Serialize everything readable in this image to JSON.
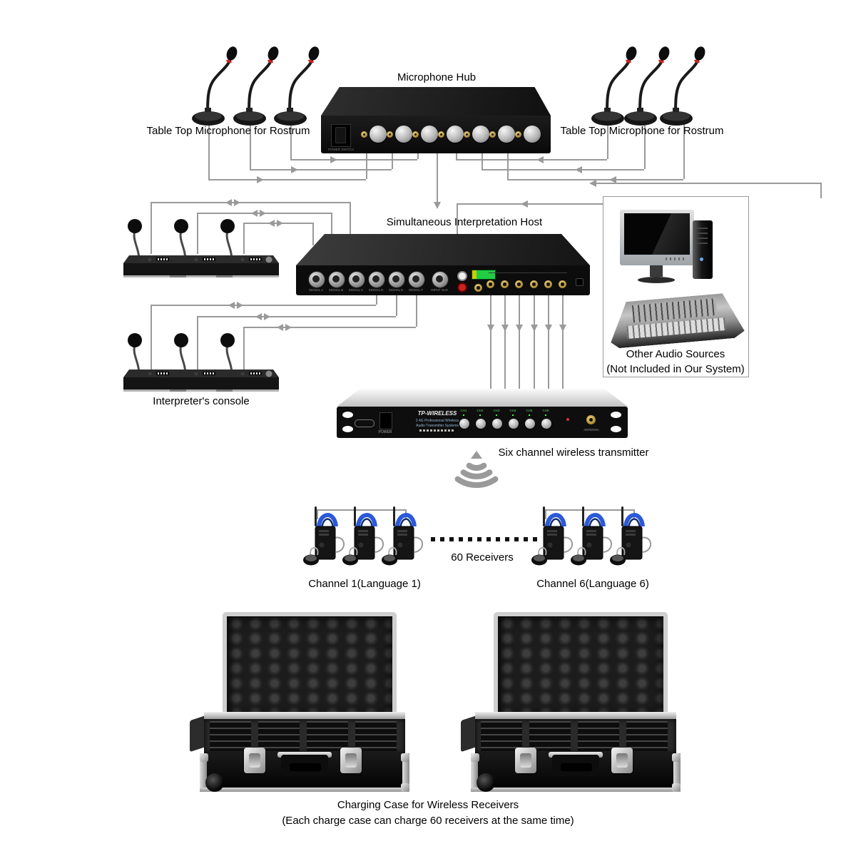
{
  "labels": {
    "mic_hub": "Microphone Hub",
    "rostrum_left": "Table Top Microphone for Rostrum",
    "rostrum_right": "Table Top Microphone for Rostrum",
    "host": "Simultaneous Interpretation Host",
    "interpreter_console": "Interpreter's console",
    "other_audio_1": "Other Audio Sources",
    "other_audio_2": "(Not Included in Our System)",
    "transmitter": "Six channel wireless transmitter",
    "receivers_count": "60 Receivers",
    "channel_1": "Channel 1(Language 1)",
    "channel_6": "Channel 6(Language 6)",
    "charging_case_1": "Charging Case for Wireless Receivers",
    "charging_case_2": "(Each charge case can charge 60 receivers at the same time)"
  },
  "devices": {
    "mic_hub": {
      "power_switch": "POWER SWITCH"
    },
    "host": {
      "connectors": [
        "SIGNAL A",
        "SIGNAL B",
        "SIGNAL C",
        "SIGNAL D",
        "SIGNAL E",
        "SIGNAL F"
      ],
      "xlr": "INPUT XLR"
    },
    "transmitter": {
      "brand": "TP-WIRELESS",
      "desc1": "2.4G Professional Wireless",
      "desc2": "Audio Transmitter Systems",
      "power": "POWER",
      "antenna": "ANTENNA",
      "channels": [
        "CH1",
        "CH2",
        "CH3",
        "CH4",
        "CH5",
        "CH6"
      ]
    }
  },
  "colors": {
    "wire": "#9a9a9a",
    "lanyard_blue": "#2b59d8"
  }
}
